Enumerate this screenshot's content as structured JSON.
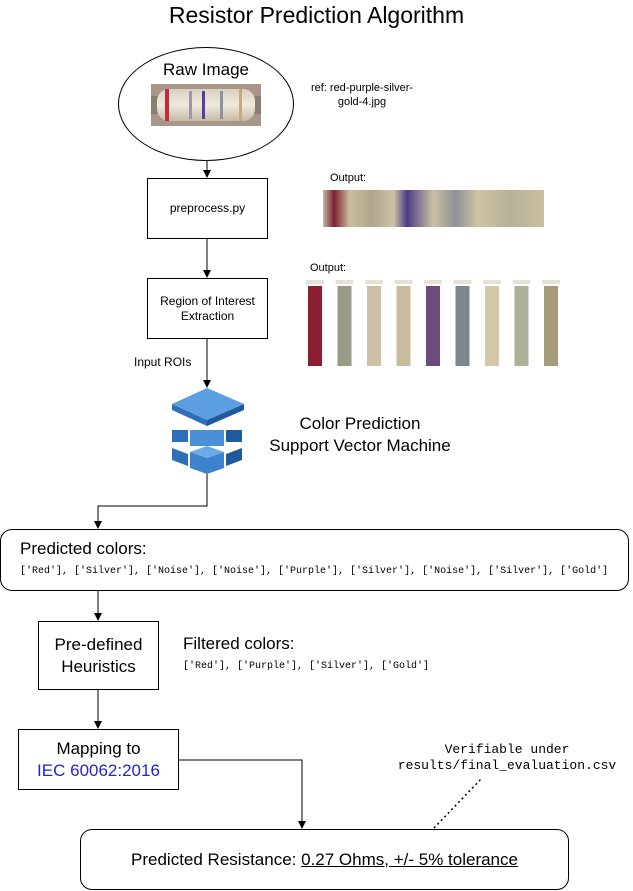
{
  "title": "Resistor Prediction Algorithm",
  "raw_image": {
    "label": "Raw Image",
    "ref": "ref: red-purple-silver-gold-4.jpg"
  },
  "preprocess": {
    "label": "preprocess.py",
    "output_label": "Output:",
    "strip_colors": [
      "#c5b9a2",
      "#7c1f2e",
      "#c9be9f",
      "#ada78e",
      "#cdc2a4",
      "#4b3c8a",
      "#cbc0a2",
      "#8e9196",
      "#cfc3a5",
      "#b7b19a",
      "#cbbfa0"
    ]
  },
  "roi": {
    "label": "Region of Interest Extraction",
    "output_label": "Output:",
    "band_colors": [
      "#8c1e30",
      "#9b9a86",
      "#cdc0a6",
      "#c9bc9e",
      "#6b4c7c",
      "#7d8590",
      "#d3c7a8",
      "#aeb098",
      "#a69c78"
    ]
  },
  "flow": {
    "input_rois": "Input ROIs"
  },
  "svm": {
    "line1": "Color Prediction",
    "line2": "Support Vector Machine",
    "icon_colors": {
      "top": "#2d6fb8",
      "mid": "#4a90d9",
      "light": "#6aaae8",
      "dark": "#1f5a9c"
    }
  },
  "predicted": {
    "heading": "Predicted colors:",
    "list": "['Red'], ['Silver'], ['Noise'], ['Noise'], ['Purple'], ['Silver'], ['Noise'], ['Silver'], ['Gold']"
  },
  "heuristics": {
    "label": "Pre-defined Heuristics",
    "filtered_heading": "Filtered colors:",
    "filtered_list": "['Red'], ['Purple'], ['Silver'], ['Gold']"
  },
  "mapping": {
    "line1": "Mapping to",
    "standard": "IEC 60062:2016",
    "standard_color": "#2424c8"
  },
  "verify": {
    "line1": "Verifiable under",
    "line2": "results/final_evaluation.csv"
  },
  "result": {
    "prefix": "Predicted Resistance: ",
    "value": "0.27 Ohms, +/- 5% tolerance"
  }
}
